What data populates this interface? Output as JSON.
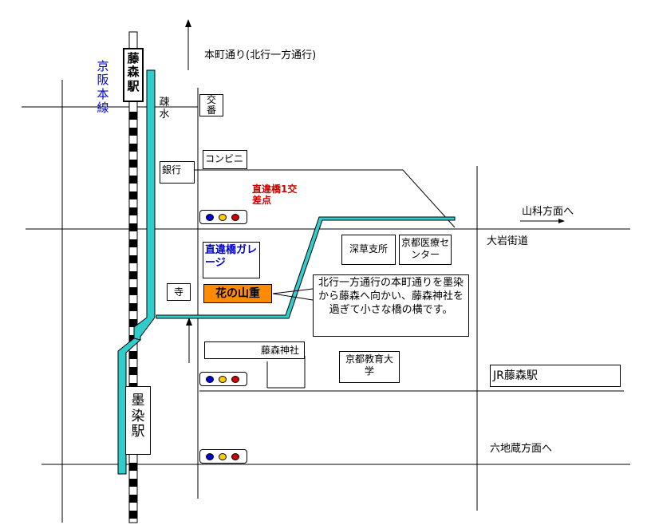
{
  "stations": {
    "fujinomori_keihan": "藤森駅",
    "sumizome": "墨染駅",
    "jr_fujinomori": "JR藤森駅"
  },
  "lines": {
    "keihan": "京阪本線"
  },
  "roads": {
    "honmachi": "本町通り(北行一方通行)",
    "yamashina": "山科方面へ",
    "oiwa": "大岩街道",
    "rokujizo": "六地蔵方面へ"
  },
  "water": {
    "sosui": "疎水"
  },
  "landmarks": {
    "koban": "交番",
    "konbini": "コンビニ",
    "bank": "銀行",
    "temple": "寺",
    "fukakusa_branch": "深草支所",
    "kyoto_medical": "京都医療センター",
    "fujinomori_shrine": "藤森神社",
    "kyoto_univ_education": "京都教育大学"
  },
  "intersections": {
    "sujikaibashi": "直違橋1交差点",
    "garage": "直違橋ガレージ"
  },
  "destination": {
    "name": "花の山重",
    "highlight_color": "#ff8c00",
    "description": "北行一方通行の本町通りを墨染から藤森へ向かい、藤森神社を過ぎて小さな橋の横です。"
  },
  "colors": {
    "river": "#33cccc",
    "intersection_label": "#cc0000",
    "garage_label": "#0000cc",
    "line_label": "#0000cc",
    "signal": [
      "#0000cc",
      "#ffcc00",
      "#cc0000"
    ]
  }
}
